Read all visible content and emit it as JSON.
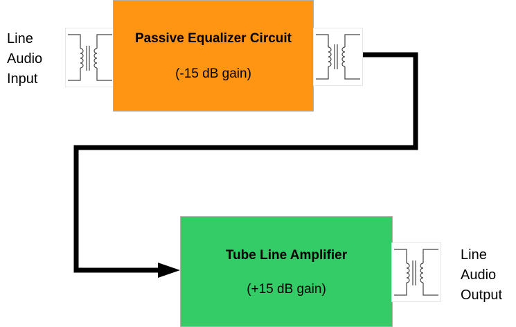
{
  "input_label": {
    "lines": [
      "Line",
      "Audio",
      "Input"
    ]
  },
  "output_label": {
    "lines": [
      "Line",
      "Audio",
      "Output"
    ]
  },
  "equalizer": {
    "title": "Passive Equalizer Circuit",
    "gain": "(-15 dB gain)",
    "color": "#ff9512"
  },
  "amplifier": {
    "title": "Tube Line Amplifier",
    "gain": "(+15 dB gain)",
    "color": "#33cc66"
  },
  "connection_color": "#000000",
  "transformer_icons": [
    "transformer-input-icon",
    "transformer-eq-output-icon",
    "transformer-amp-output-icon"
  ]
}
